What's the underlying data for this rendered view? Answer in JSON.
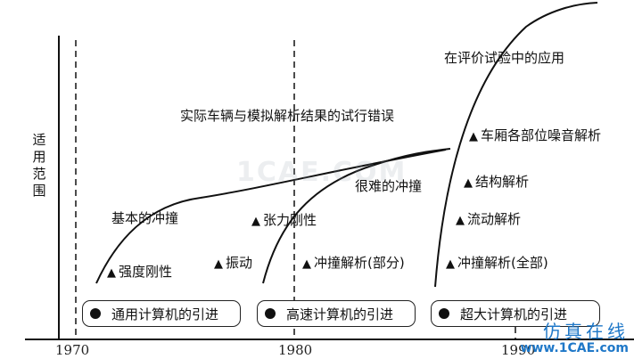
{
  "axis": {
    "y_label": "适用范围",
    "ticks": [
      "1970",
      "1980",
      "1990"
    ]
  },
  "annotations": {
    "top_right": "在评价试验中的应用",
    "middle": "实际车辆与模拟解析结果的试行错误",
    "difficult_crash": "很难的冲撞",
    "basic_crash": "基本的冲撞"
  },
  "items": {
    "strength": "强度刚性",
    "vibration": "振动",
    "tension": "张力刚性",
    "crash_partial": "冲撞解析(部分)",
    "cabin_noise": "车厢各部位噪音解析",
    "structure": "结构解析",
    "flow": "流动解析",
    "crash_full": "冲撞解析(全部)"
  },
  "eras": [
    "通用计算机的引进",
    "高速计算机的引进",
    "超大计算机的引进"
  ],
  "watermark": "1CAE.COM",
  "brand": {
    "cn": "仿真在线",
    "en": "www.1CAE.com"
  },
  "colors": {
    "line": "#111111",
    "brand": "#1f78c8"
  }
}
